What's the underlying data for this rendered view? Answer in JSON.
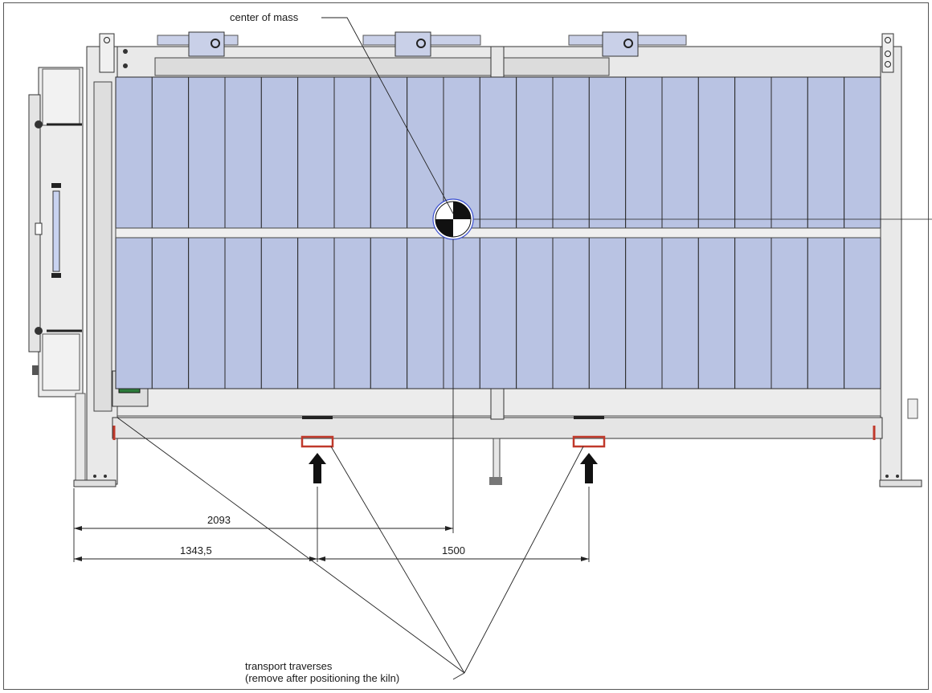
{
  "labels": {
    "center_of_mass": "center of mass",
    "traverse_line1": "transport traverses",
    "traverse_line2": "(remove after positioning the kiln)"
  },
  "dimensions": {
    "cog_from_left": "2093",
    "traverse1_from_left": "1343,5",
    "traverse_spacing": "1500"
  },
  "colors": {
    "panel_fill": "#b9c3e3",
    "frame_fill": "#e9e9e9",
    "line": "#222222",
    "traverse_red": "#c0392b",
    "cog_ring": "#3b4fd0"
  },
  "counts": {
    "panels_per_row": 21,
    "panel_rows": 2
  }
}
